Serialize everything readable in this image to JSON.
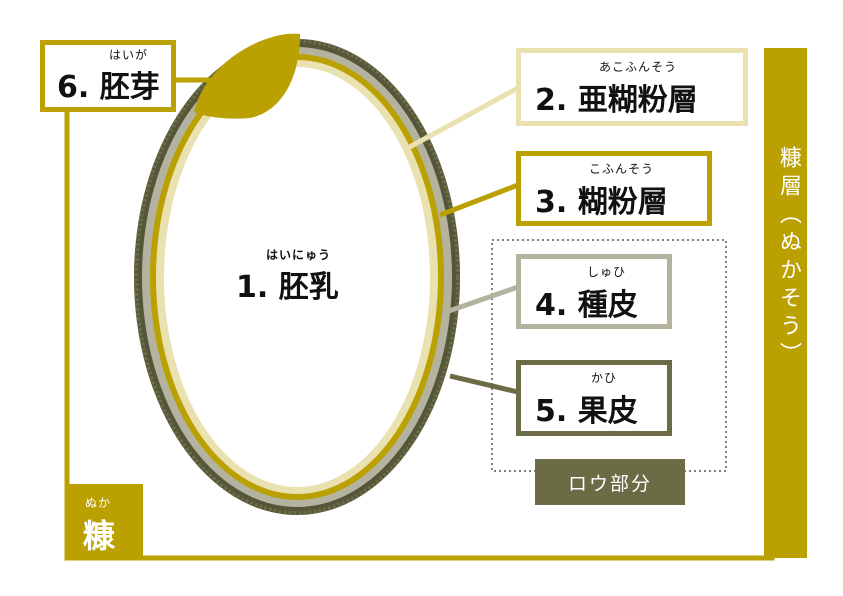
{
  "colors": {
    "gold": "#baa000",
    "pale_gold": "#e9e1b0",
    "gray": "#b3b3a0",
    "olive": "#6b6b46",
    "dark_olive": "#55553a"
  },
  "labels": {
    "endosperm": {
      "ruby": "はいにゅう",
      "text": "1. 胚乳"
    },
    "aleurone_sub": {
      "ruby": "あこふんそう",
      "text": "2. 亜糊粉層"
    },
    "aleurone": {
      "ruby": "こふんそう",
      "text": "3. 糊粉層"
    },
    "seed_coat": {
      "ruby": "しゅひ",
      "text": "4. 種皮"
    },
    "pericarp": {
      "ruby": "かひ",
      "text": "5. 果皮"
    },
    "germ": {
      "ruby": "はいが",
      "text": "6. 胚芽"
    }
  },
  "bran_vertical": {
    "text": "糠層（ぬかそう）"
  },
  "bran_corner": {
    "ruby": "ぬか",
    "text": "糠"
  },
  "wax": {
    "text": "ロウ部分"
  }
}
